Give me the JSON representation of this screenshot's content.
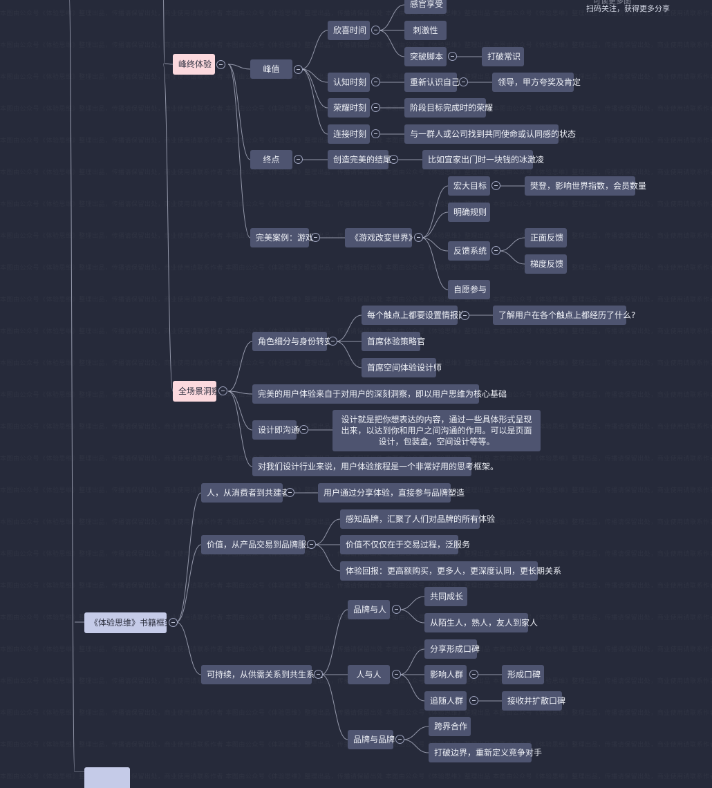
{
  "corner": {
    "top_partial": "可读更多图",
    "caption": "扫码关注，获得更多分享"
  },
  "watermark_lines": [
    "本图由公众号《体验思维》整理出品，传播请保留出处，商业使用请联系作者 本图由公众号《体验思维》整理出品，传播请保留出处 本图由公众号《体验思维》整理出品",
    "本图由公众号《体验思维》整理出品，传播请保留出处，商业使用请联系作者 本图由公众号《体验思维》整理出品，传播请保留出处 本图由公众号《体验思维》整理出品"
  ],
  "mindmap": {
    "n1": "感官享受",
    "n2": "欣喜时间",
    "n3": "刺激性",
    "n4": "峰终体验",
    "n5": "峰值",
    "n6": "突破脚本",
    "n7": "打破常识",
    "n8": "认知时刻",
    "n9": "重新认识自己",
    "n10": "领导，甲方夸奖及肯定",
    "n11": "荣耀时刻",
    "n12": "阶段目标完成时的荣耀",
    "n13": "连接时刻",
    "n14": "与一群人或公司找到共同使命或认同感的状态",
    "n15": "终点",
    "n16": "创造完美的结尾",
    "n17": "比如宜家出门时一块钱的冰激凌",
    "n18": "宏大目标",
    "n19": "樊登，影响世界指数，会员数量",
    "n20": "明确规则",
    "n21": "完美案例：游戏",
    "n22": "《游戏改变世界》",
    "n23": "反馈系统",
    "n24": "正面反馈",
    "n25": "梯度反馈",
    "n26": "自愿参与",
    "n27": "每个触点上都要设置情报岗",
    "n28": "了解用户在各个触点上都经历了什么?",
    "n29": "角色细分与身份转变",
    "n30": "首席体验策略官",
    "n31": "首席空间体验设计师",
    "n32": "全场景洞察",
    "n33": "完美的用户体验来自于对用户的深刻洞察，即以用户思维为核心基础",
    "n34": "设计即沟通",
    "n35": "设计就是把你想表达的内容，通过一些具体形式呈现出来，以达到你和用户之间沟通的作用。可以是页面设计，包装盒，空间设计等等。",
    "n36": "对我们设计行业来说，用户体验旅程是一个非常好用的思考框架。",
    "n37": "人，从消费者到共建者",
    "n38": "用户通过分享体验，直接参与品牌塑造",
    "n39": "感知品牌，汇聚了人们对品牌的所有体验",
    "n40": "价值，从产品交易到品牌服务",
    "n41": "价值不仅仅在于交易过程，泛服务",
    "n42": "体验回报：更高额购买，更多人，更深度认同，更长期关系",
    "n43": "共同成长",
    "n44": "品牌与人",
    "n45": "从陌生人，熟人，友人到家人",
    "n46": "《体验思维》书籍框架",
    "n47": "分享形成口碑",
    "n48": "可持续，从供需关系到共生系统",
    "n49": "人与人",
    "n50": "影响人群",
    "n51": "形成口碑",
    "n52": "追随人群",
    "n53": "接收并扩散口碑",
    "n54": "跨界合作",
    "n55": "品牌与品牌",
    "n56": "打破边界，重新定义竞争对手"
  }
}
